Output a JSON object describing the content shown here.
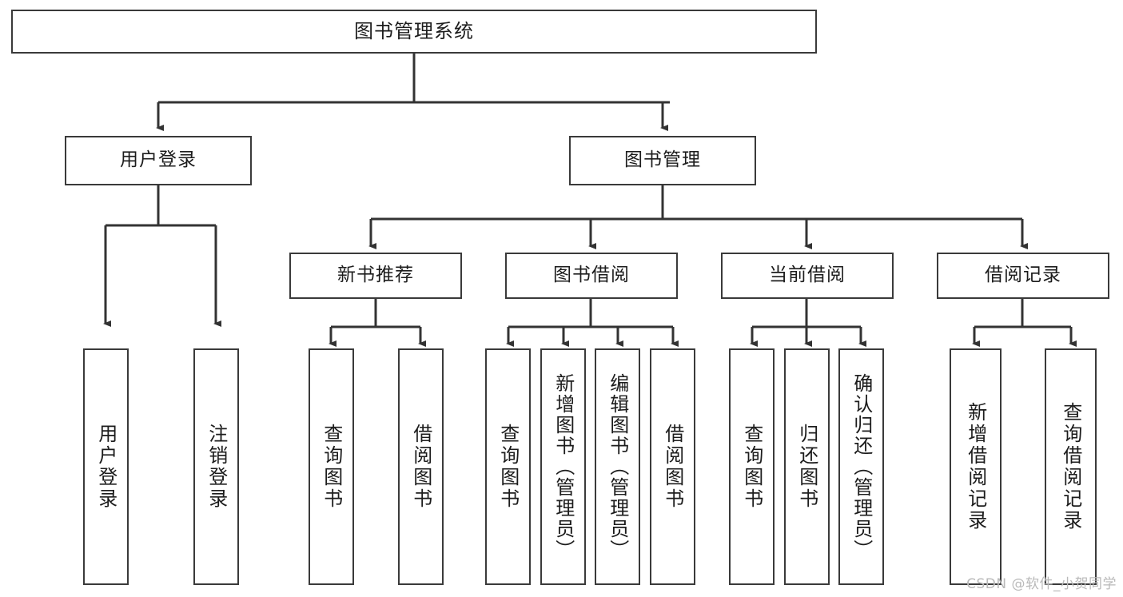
{
  "diagram": {
    "title": "图书管理系统",
    "root": {
      "label": "图书管理系统"
    },
    "level2": [
      {
        "label": "用户登录"
      },
      {
        "label": "图书管理"
      }
    ],
    "level3": [
      {
        "label": "新书推荐"
      },
      {
        "label": "图书借阅"
      },
      {
        "label": "当前借阅"
      },
      {
        "label": "借阅记录"
      }
    ],
    "leaves": {
      "user_login": [
        {
          "label": "用户登录"
        },
        {
          "label": "注销登录"
        }
      ],
      "new_book_recommend": [
        {
          "label": "查询图书"
        },
        {
          "label": "借阅图书"
        }
      ],
      "book_borrow": [
        {
          "label": "查询图书"
        },
        {
          "label": "新增图书（管理员）"
        },
        {
          "label": "编辑图书（管理员）"
        },
        {
          "label": "借阅图书"
        }
      ],
      "current_borrow": [
        {
          "label": "查询图书"
        },
        {
          "label": "归还图书"
        },
        {
          "label": "确认归还（管理员）"
        }
      ],
      "borrow_record": [
        {
          "label": "新增借阅记录"
        },
        {
          "label": "查询借阅记录"
        }
      ]
    },
    "watermark": "CSDN @软件_小贺同学",
    "colors": {
      "box_border": "#3a3a3a",
      "line": "#333333",
      "text": "#1c1c1c",
      "background": "#ffffff",
      "watermark": "#b9b9b9"
    }
  }
}
